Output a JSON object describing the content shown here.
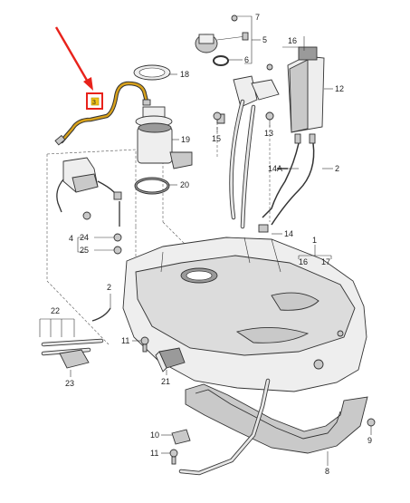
{
  "diagram": {
    "highlight": {
      "label": "3",
      "arrow_color": "#e8221b",
      "box_color": "#e8221b",
      "fill_color": "#f2c417"
    },
    "callouts": [
      {
        "id": "c1",
        "text": "1"
      },
      {
        "id": "c2",
        "text": "2"
      },
      {
        "id": "c2b",
        "text": "2"
      },
      {
        "id": "c4",
        "text": "4"
      },
      {
        "id": "c5",
        "text": "5"
      },
      {
        "id": "c6",
        "text": "6"
      },
      {
        "id": "c7",
        "text": "7"
      },
      {
        "id": "c8",
        "text": "8"
      },
      {
        "id": "c9",
        "text": "9"
      },
      {
        "id": "c10",
        "text": "10"
      },
      {
        "id": "c11a",
        "text": "11"
      },
      {
        "id": "c11b",
        "text": "11"
      },
      {
        "id": "c12",
        "text": "12"
      },
      {
        "id": "c13",
        "text": "13"
      },
      {
        "id": "c14",
        "text": "14"
      },
      {
        "id": "c14a",
        "text": "14A"
      },
      {
        "id": "c15",
        "text": "15"
      },
      {
        "id": "c16",
        "text": "16"
      },
      {
        "id": "c16b",
        "text": "16"
      },
      {
        "id": "c17",
        "text": "17"
      },
      {
        "id": "c18",
        "text": "18"
      },
      {
        "id": "c19",
        "text": "19"
      },
      {
        "id": "c20",
        "text": "20"
      },
      {
        "id": "c21",
        "text": "21"
      },
      {
        "id": "c22",
        "text": "22"
      },
      {
        "id": "c23",
        "text": "23"
      },
      {
        "id": "c24",
        "text": "24"
      },
      {
        "id": "c25",
        "text": "25"
      }
    ]
  }
}
